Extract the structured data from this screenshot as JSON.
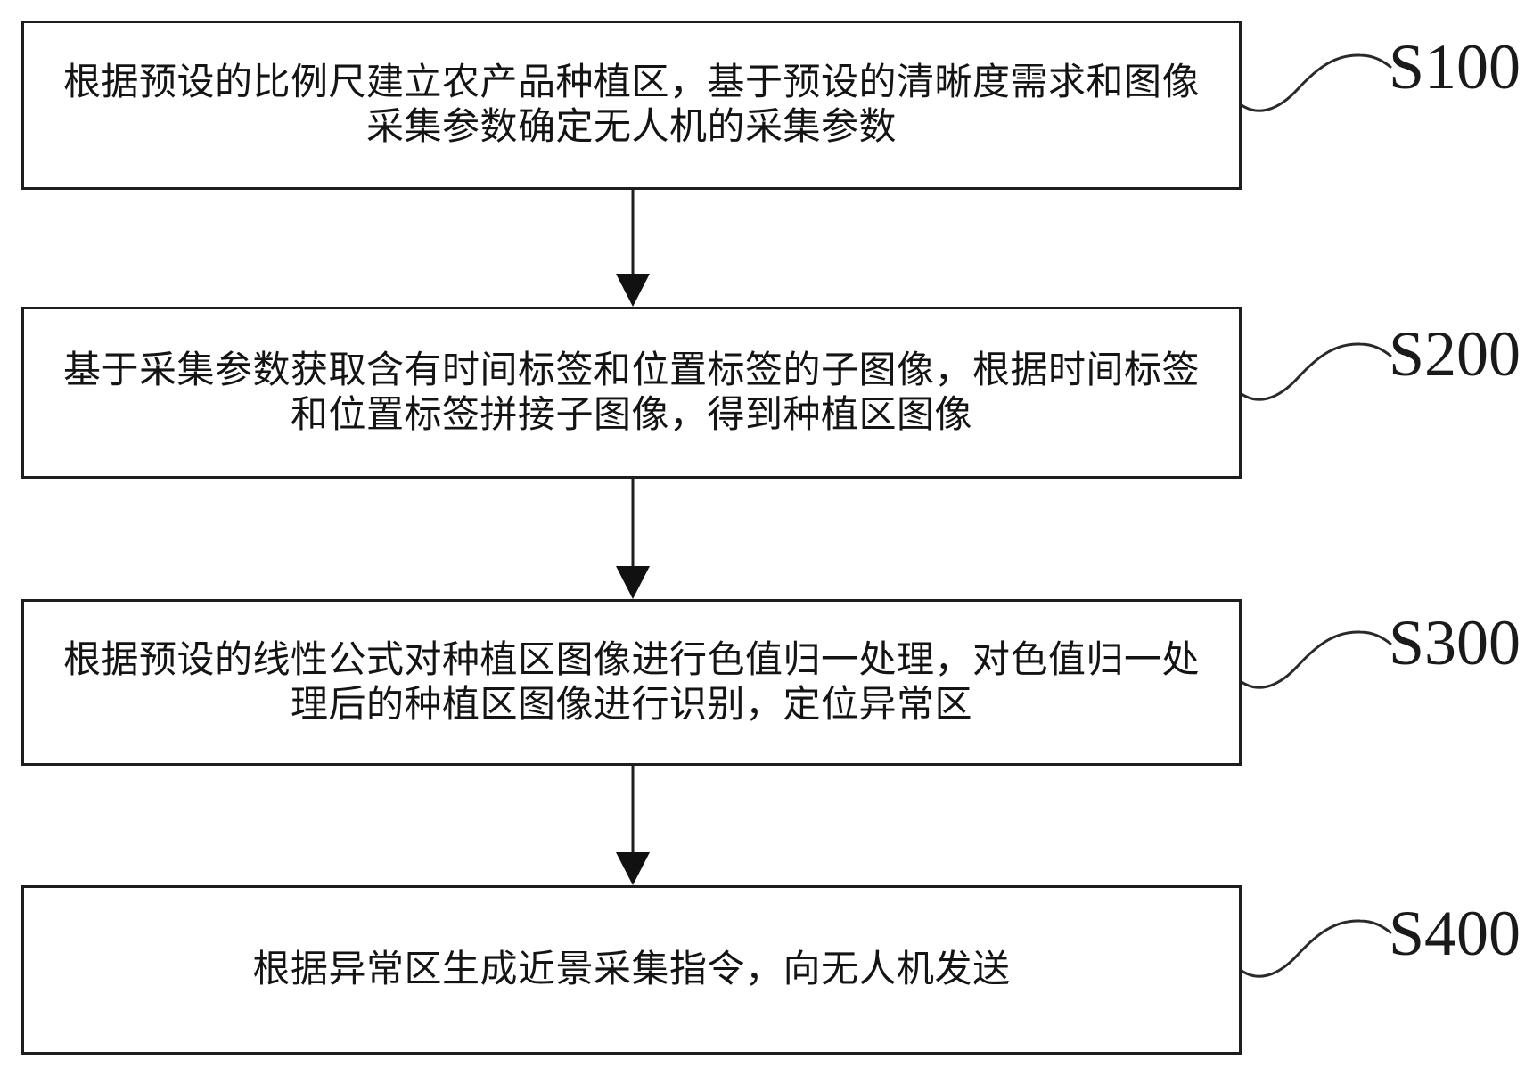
{
  "flowchart": {
    "kind": "patent-method-flowchart",
    "steps": [
      {
        "label": "S100",
        "text": "根据预设的比例尺建立农产品种植区，基于预设的清晰度需求和图像采集参数确定无人机的采集参数"
      },
      {
        "label": "S200",
        "text": "基于采集参数获取含有时间标签和位置标签的子图像，根据时间标签和位置标签拼接子图像，得到种植区图像"
      },
      {
        "label": "S300",
        "text": "根据预设的线性公式对种植区图像进行色值归一处理，对色值归一处理后的种植区图像进行识别，定位异常区"
      },
      {
        "label": "S400",
        "text": "根据异常区生成近景采集指令，向无人机发送"
      }
    ],
    "colors": {
      "line": "#1e1e1e",
      "text": "#141414",
      "background": "#ffffff"
    }
  }
}
